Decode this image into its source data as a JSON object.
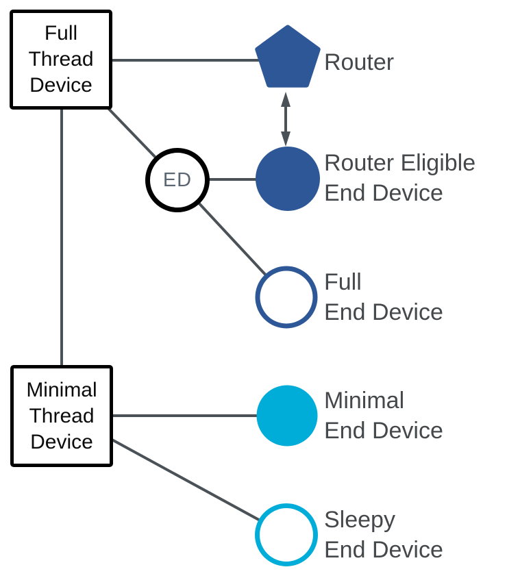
{
  "colors": {
    "blue": "#2d5796",
    "cyan": "#00acd8",
    "line": "#4a5157",
    "label_text": "#45484b",
    "ed_text": "#5c6670",
    "box_border": "#000000",
    "background": "#ffffff"
  },
  "nodes": {
    "full_thread_device": {
      "label": "Full\nThread\nDevice",
      "shape": "square-outline-black"
    },
    "minimal_thread_device": {
      "label": "Minimal\nThread\nDevice",
      "shape": "square-outline-black"
    },
    "ed": {
      "label": "ED",
      "shape": "circle-outline-black"
    },
    "router": {
      "label": "Router",
      "shape": "pentagon-filled",
      "color": "#2d5796"
    },
    "router_eligible_end_device": {
      "label": "Router Eligible\nEnd Device",
      "shape": "circle-filled",
      "color": "#2d5796"
    },
    "full_end_device": {
      "label": "Full\nEnd Device",
      "shape": "circle-outline",
      "color": "#2d5796"
    },
    "minimal_end_device": {
      "label": "Minimal\nEnd Device",
      "shape": "circle-filled",
      "color": "#00acd8"
    },
    "sleepy_end_device": {
      "label": "Sleepy\nEnd Device",
      "shape": "circle-outline",
      "color": "#00acd8"
    }
  },
  "edges": [
    {
      "from": "full_thread_device",
      "to": "router",
      "style": "line"
    },
    {
      "from": "full_thread_device",
      "to": "ed",
      "style": "line"
    },
    {
      "from": "full_thread_device",
      "to": "minimal_thread_device",
      "style": "line"
    },
    {
      "from": "ed",
      "to": "router_eligible_end_device",
      "style": "line"
    },
    {
      "from": "ed",
      "to": "full_end_device",
      "style": "line"
    },
    {
      "from": "router",
      "to": "router_eligible_end_device",
      "style": "double-arrow"
    },
    {
      "from": "minimal_thread_device",
      "to": "minimal_end_device",
      "style": "line"
    },
    {
      "from": "minimal_thread_device",
      "to": "sleepy_end_device",
      "style": "line"
    }
  ]
}
